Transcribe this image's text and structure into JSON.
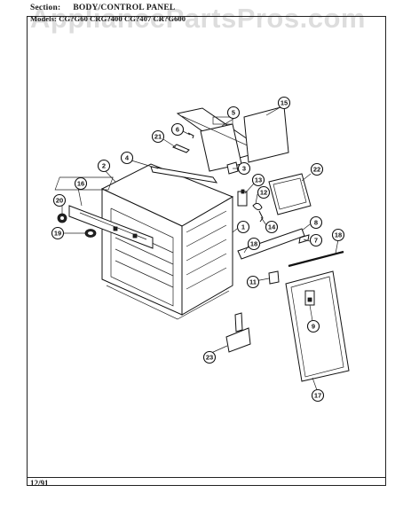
{
  "header": {
    "section_label": "Section:",
    "section_value": "BODY/CONTROL PANEL",
    "models_label": "Models:",
    "models_value": "CG?G60 CRG?400 CG?407 CR?G600"
  },
  "watermark": "AppliancePartsPros.com",
  "footer": {
    "date": "12/91"
  },
  "callouts": [
    {
      "id": "c1",
      "label": "1"
    },
    {
      "id": "c2",
      "label": "2"
    },
    {
      "id": "c3",
      "label": "3"
    },
    {
      "id": "c4",
      "label": "4"
    },
    {
      "id": "c5",
      "label": "5"
    },
    {
      "id": "c6",
      "label": "6"
    },
    {
      "id": "c7",
      "label": "7"
    },
    {
      "id": "c8",
      "label": "8"
    },
    {
      "id": "c9",
      "label": "9"
    },
    {
      "id": "c11",
      "label": "11"
    },
    {
      "id": "c12",
      "label": "12"
    },
    {
      "id": "c13",
      "label": "13"
    },
    {
      "id": "c14",
      "label": "14"
    },
    {
      "id": "c15",
      "label": "15"
    },
    {
      "id": "c16",
      "label": "16"
    },
    {
      "id": "c17",
      "label": "17"
    },
    {
      "id": "c18a",
      "label": "18"
    },
    {
      "id": "c18b",
      "label": "18"
    },
    {
      "id": "c19",
      "label": "19"
    },
    {
      "id": "c20",
      "label": "20"
    },
    {
      "id": "c21",
      "label": "21"
    },
    {
      "id": "c22",
      "label": "22"
    },
    {
      "id": "c23",
      "label": "23"
    }
  ]
}
